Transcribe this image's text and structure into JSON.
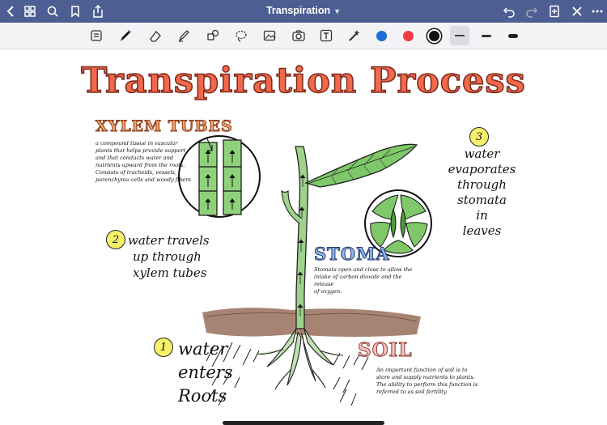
{
  "window": {
    "title": "Transpiration"
  },
  "toolbar_colors": {
    "blue": "#1f6fd6",
    "red": "#ef3e3e",
    "black": "#111111"
  },
  "page": {
    "title": "Transpiration Process",
    "xylem": {
      "heading": "XYLEM TUBES",
      "lines": [
        "a compound tissue in vascular",
        "plants that helps provide support",
        "and that conducts water and",
        "nutrients upward from the roots.",
        "Consists of tracheids, vessels,",
        "parenchyma cells and woody fibers"
      ]
    },
    "step2": {
      "number": "2",
      "lines": [
        "water travels",
        "up through",
        "xylem tubes"
      ]
    },
    "step3": {
      "number": "3",
      "lines": [
        "water",
        "evaporates",
        "through",
        "stomata",
        "in",
        "leaves"
      ]
    },
    "stoma": {
      "heading": "STOMA",
      "lines": [
        "Stomata open and close to allow the",
        "intake of carbon dioxide and the release",
        "of oxygen."
      ]
    },
    "step1": {
      "number": "1",
      "lines": [
        "water",
        "enters",
        "Roots"
      ]
    },
    "soil": {
      "heading": "SOIL",
      "lines": [
        "An important function of soil is to",
        "store and supply nutrients to plants.",
        "The ability to perform this function is",
        "referred to as soil fertility."
      ]
    }
  }
}
